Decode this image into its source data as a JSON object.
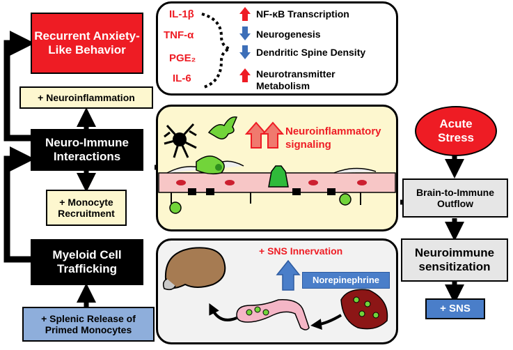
{
  "left": {
    "anxiety": "Recurrent Anxiety-Like Behavior",
    "neuroinflammation": "+ Neuroinflammation",
    "neuro_immune": "Neuro-Immune Interactions",
    "monocyte_recruitment": "+ Monocyte Recruitment",
    "myeloid": "Myeloid Cell Trafficking",
    "splenic": "+ Splenic Release of Primed Monocytes"
  },
  "top_panel": {
    "cytokines": [
      "IL-1β",
      "TNF-α",
      "PGE₂",
      "IL-6"
    ],
    "effects": [
      {
        "direction": "up",
        "label": "NF-κB Transcription"
      },
      {
        "direction": "down",
        "label": "Neurogenesis"
      },
      {
        "direction": "down",
        "label": "Dendritic Spine Density"
      },
      {
        "direction": "up",
        "label": "Neurotransmitter Metabolism"
      }
    ]
  },
  "middle_panel": {
    "signal_label": "Neuroinflammatory signaling"
  },
  "bottom_panel": {
    "sns_innervation": "+ SNS Innervation",
    "norepinephrine": "Norepinephrine"
  },
  "right": {
    "acute_stress": "Acute Stress",
    "brain_to_immune": "Brain-to-Immune Outflow",
    "sensitization": "Neuroimmune sensitization",
    "sns": "+ SNS"
  },
  "colors": {
    "red": "#ee1c24",
    "black": "#000000",
    "cream": "#fdf7cf",
    "blue": "#8eaedb",
    "grey": "#e6e6e6",
    "arrow_up": "#ee1c24",
    "arrow_down": "#3d6fb8"
  }
}
